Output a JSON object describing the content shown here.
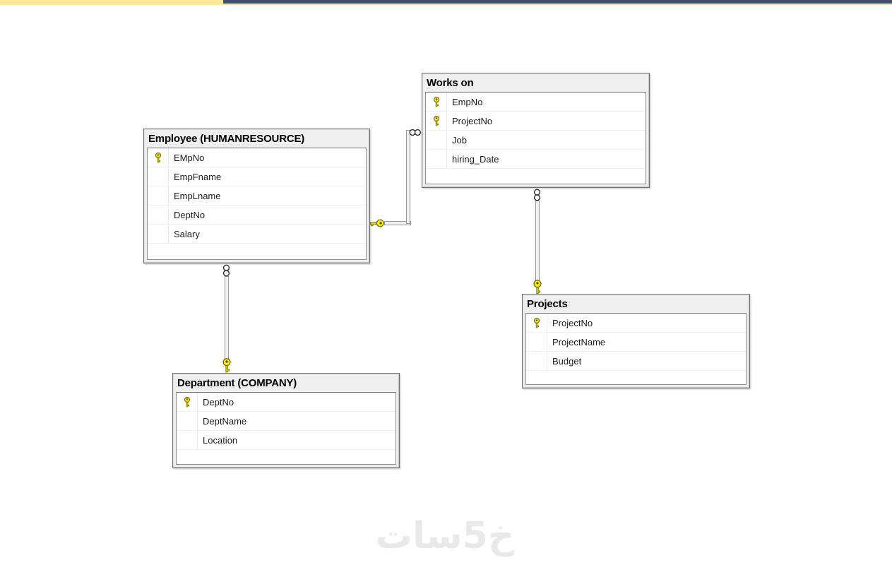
{
  "topbar": {
    "left_color": "#fae89b",
    "accent_color": "#40506b"
  },
  "diagram": {
    "tables": [
      {
        "id": "employee",
        "title": "Employee (HUMANRESOURCE)",
        "fields": [
          {
            "name": "EMpNo",
            "primary_key": true
          },
          {
            "name": "EmpFname",
            "primary_key": false
          },
          {
            "name": "EmpLname",
            "primary_key": false
          },
          {
            "name": "DeptNo",
            "primary_key": false
          },
          {
            "name": "Salary",
            "primary_key": false
          }
        ]
      },
      {
        "id": "works-on",
        "title": "Works on",
        "fields": [
          {
            "name": "EmpNo",
            "primary_key": true
          },
          {
            "name": "ProjectNo",
            "primary_key": true
          },
          {
            "name": "Job",
            "primary_key": false
          },
          {
            "name": "hiring_Date",
            "primary_key": false
          }
        ]
      },
      {
        "id": "projects",
        "title": "Projects",
        "fields": [
          {
            "name": "ProjectNo",
            "primary_key": true
          },
          {
            "name": "ProjectName",
            "primary_key": false
          },
          {
            "name": "Budget",
            "primary_key": false
          }
        ]
      },
      {
        "id": "department",
        "title": "Department (COMPANY)",
        "fields": [
          {
            "name": "DeptNo",
            "primary_key": true
          },
          {
            "name": "DeptName",
            "primary_key": false
          },
          {
            "name": "Location",
            "primary_key": false
          }
        ]
      }
    ],
    "relationships": [
      {
        "one_side": "Employee (HUMANRESOURCE)",
        "many_side": "Works on",
        "one_symbol": "key",
        "many_symbol": "infinity"
      },
      {
        "one_side": "Projects",
        "many_side": "Works on",
        "one_symbol": "key",
        "many_symbol": "infinity"
      },
      {
        "one_side": "Department (COMPANY)",
        "many_side": "Employee (HUMANRESOURCE)",
        "one_symbol": "key",
        "many_symbol": "infinity"
      }
    ],
    "key_color": "#ffe817"
  },
  "watermark": {
    "text": "خ5سات"
  }
}
